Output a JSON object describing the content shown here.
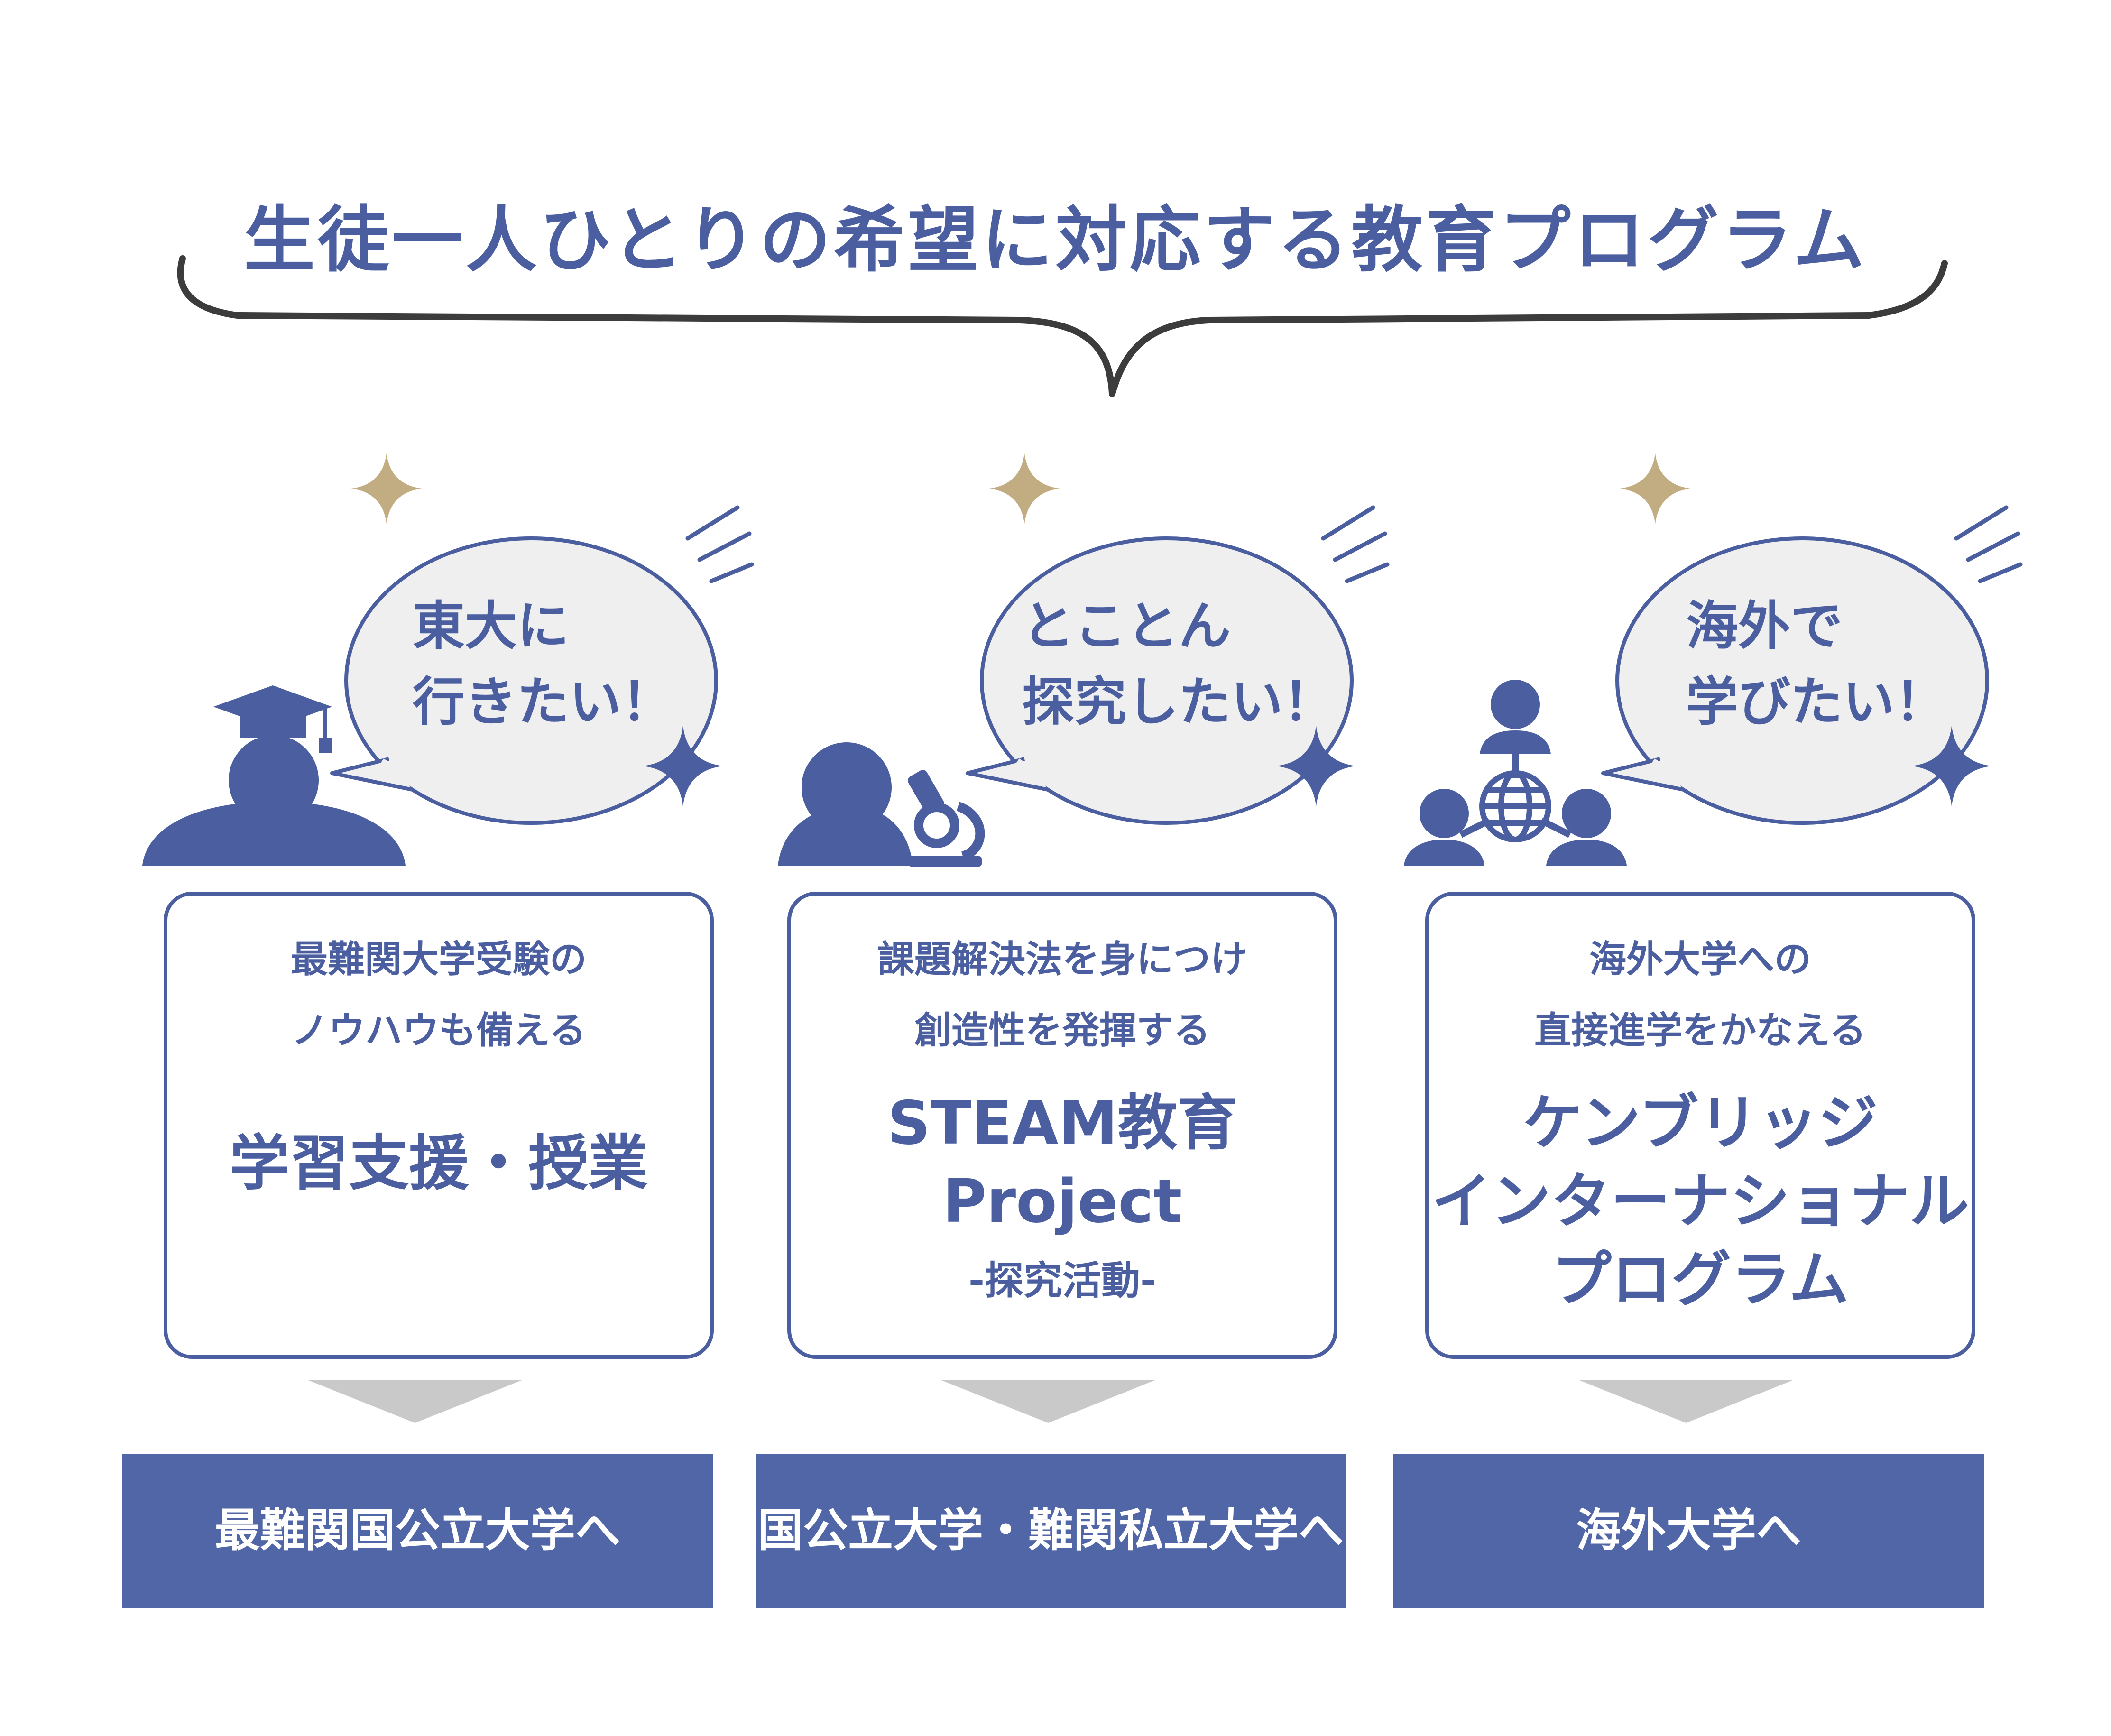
{
  "title": "生徒一人ひとりの希望に対応する教育プログラム",
  "colors": {
    "accent": "#4a5ea0",
    "box": "#5166a6",
    "bubble": "#efefef",
    "arrow": "#c9c9c9",
    "sparkle_gold": "#c2ad82"
  },
  "columns": [
    {
      "wish": [
        "東大に",
        "行きたい！"
      ],
      "icon": "graduate-person-icon",
      "description": [
        "最難関大学受験の",
        "ノウハウも備える"
      ],
      "program": [
        "学習支援・授業"
      ],
      "program_tag": "",
      "destination": "最難関国公立大学へ"
    },
    {
      "wish": [
        "とことん",
        "探究したい！"
      ],
      "icon": "scientist-microscope-icon",
      "description": [
        "課題解決法を身につけ",
        "創造性を発揮する"
      ],
      "program": [
        "STEAM教育",
        "Project"
      ],
      "program_tag": "-探究活動-",
      "destination": "国公立大学・難関私立大学へ"
    },
    {
      "wish": [
        "海外で",
        "学びたい！"
      ],
      "icon": "global-network-icon",
      "description": [
        "海外大学への",
        "直接進学をかなえる"
      ],
      "program": [
        "ケンブリッジ",
        "インターナショナル",
        "プログラム"
      ],
      "program_tag": "",
      "destination": "海外大学へ"
    }
  ]
}
